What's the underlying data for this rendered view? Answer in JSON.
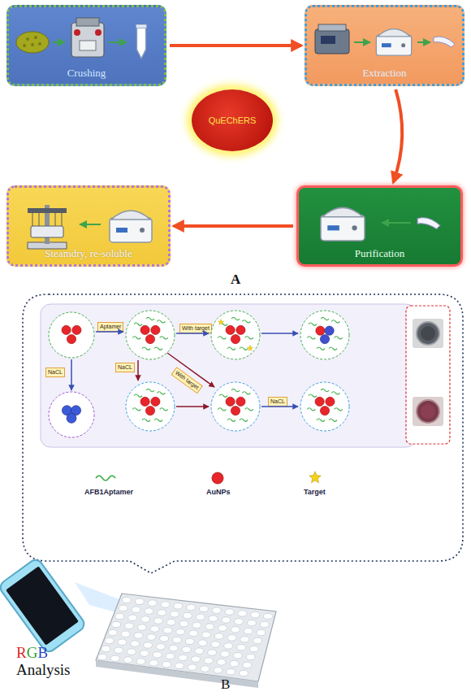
{
  "diagram": {
    "nodes": [
      {
        "text": [
          "Crushing"
        ]
      },
      {
        "text": [
          "Extraction"
        ]
      },
      {
        "text": [
          "QuEChERS"
        ]
      },
      {
        "text": [
          "Purification"
        ]
      },
      {
        "text": [
          "Steamdry, re-soluble"
        ]
      },
      {
        "text": [
          "Aptamer"
        ]
      },
      {
        "text": [
          "With target"
        ]
      },
      {
        "text": [
          "NaCL"
        ]
      },
      {
        "text": [
          "NaCL"
        ]
      },
      {
        "text": [
          "With target"
        ]
      },
      {
        "text": [
          "NaCL"
        ]
      }
    ],
    "edges": [
      {
        "from": 0,
        "to": 1,
        "arrow": "to"
      },
      {
        "from": 1,
        "to": 3,
        "arrow": "to"
      },
      {
        "from": 3,
        "to": 4,
        "arrow": "to"
      }
    ],
    "labels": [
      "A",
      "RGB",
      "Analysis",
      "B"
    ],
    "legend": [
      {
        "text": "AFB1Aptamer"
      },
      {
        "text": "AuNPs"
      },
      {
        "text": "Target"
      }
    ]
  }
}
